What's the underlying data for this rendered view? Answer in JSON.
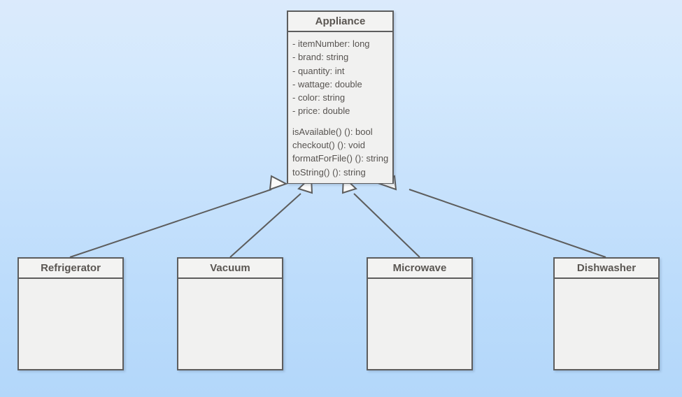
{
  "diagram": {
    "type": "uml-class-diagram",
    "relationship": "generalization",
    "background_color": "#c8e2fc",
    "box_fill_color": "#f1f1f0",
    "box_border_color": "#5d5d5d",
    "text_color": "#575350",
    "title_color": "#5a5652"
  },
  "classes": {
    "appliance": {
      "name": "Appliance",
      "attributes": [
        "- itemNumber: long",
        "- brand: string",
        "- quantity: int",
        "- wattage: double",
        "- color: string",
        "- price: double"
      ],
      "methods": [
        "isAvailable() (): bool",
        "checkout() (): void",
        "formatForFile() (): string",
        "toString() (): string"
      ]
    },
    "refrigerator": {
      "name": "Refrigerator",
      "attributes": [],
      "methods": []
    },
    "vacuum": {
      "name": "Vacuum",
      "attributes": [],
      "methods": []
    },
    "microwave": {
      "name": "Microwave",
      "attributes": [],
      "methods": []
    },
    "dishwasher": {
      "name": "Dishwasher",
      "attributes": [],
      "methods": []
    }
  },
  "edges": [
    {
      "from": "refrigerator",
      "to": "appliance",
      "kind": "inheritance"
    },
    {
      "from": "vacuum",
      "to": "appliance",
      "kind": "inheritance"
    },
    {
      "from": "microwave",
      "to": "appliance",
      "kind": "inheritance"
    },
    {
      "from": "dishwasher",
      "to": "appliance",
      "kind": "inheritance"
    }
  ]
}
